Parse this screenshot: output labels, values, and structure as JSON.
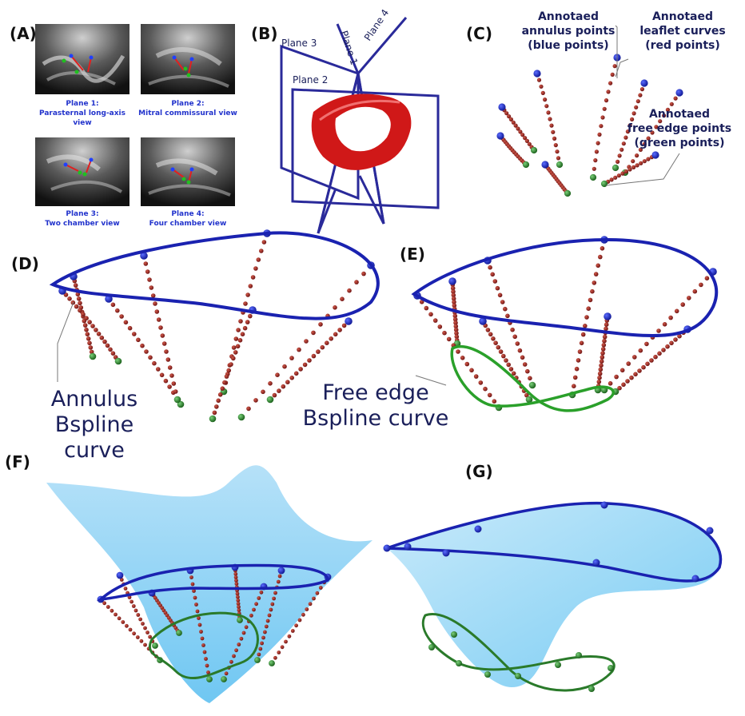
{
  "panels": {
    "a": "(A)",
    "b": "(B)",
    "c": "(C)",
    "d": "(D)",
    "e": "(E)",
    "f": "(F)",
    "g": "(G)"
  },
  "echo_views": [
    {
      "line1": "Plane 1:",
      "line2": "Parasternal long-axis view"
    },
    {
      "line1": "Plane 2:",
      "line2": "Mitral commissural view"
    },
    {
      "line1": "Plane 3:",
      "line2": "Two chamber view"
    },
    {
      "line1": "Plane 4:",
      "line2": "Four chamber view"
    }
  ],
  "planes": [
    "Plane 3",
    "Plane 1",
    "Plane 4",
    "Plane 2"
  ],
  "annotations_c": {
    "annulus": {
      "l1": "Annotaed",
      "l2": "annulus points",
      "l3": "(blue points)"
    },
    "leaflet": {
      "l1": "Annotaed",
      "l2": "leaflet curves",
      "l3": "(red points)"
    },
    "free_edge": {
      "l1": "Annotaed",
      "l2": "free edge points",
      "l3": "(green points)"
    }
  },
  "annulus_curve": {
    "l1": "Annulus",
    "l2": "Bspline curve"
  },
  "free_edge_curve": {
    "l1": "Free edge",
    "l2": "Bspline curve"
  },
  "colors": {
    "annulus_blue": "#1a22b0",
    "leaflet_red": "#8b1a1a",
    "free_edge_green": "#2a8a2a",
    "surface_blue": "#7fcff5",
    "plane_blue": "#2a2a9a",
    "valve_red": "#d01818"
  }
}
